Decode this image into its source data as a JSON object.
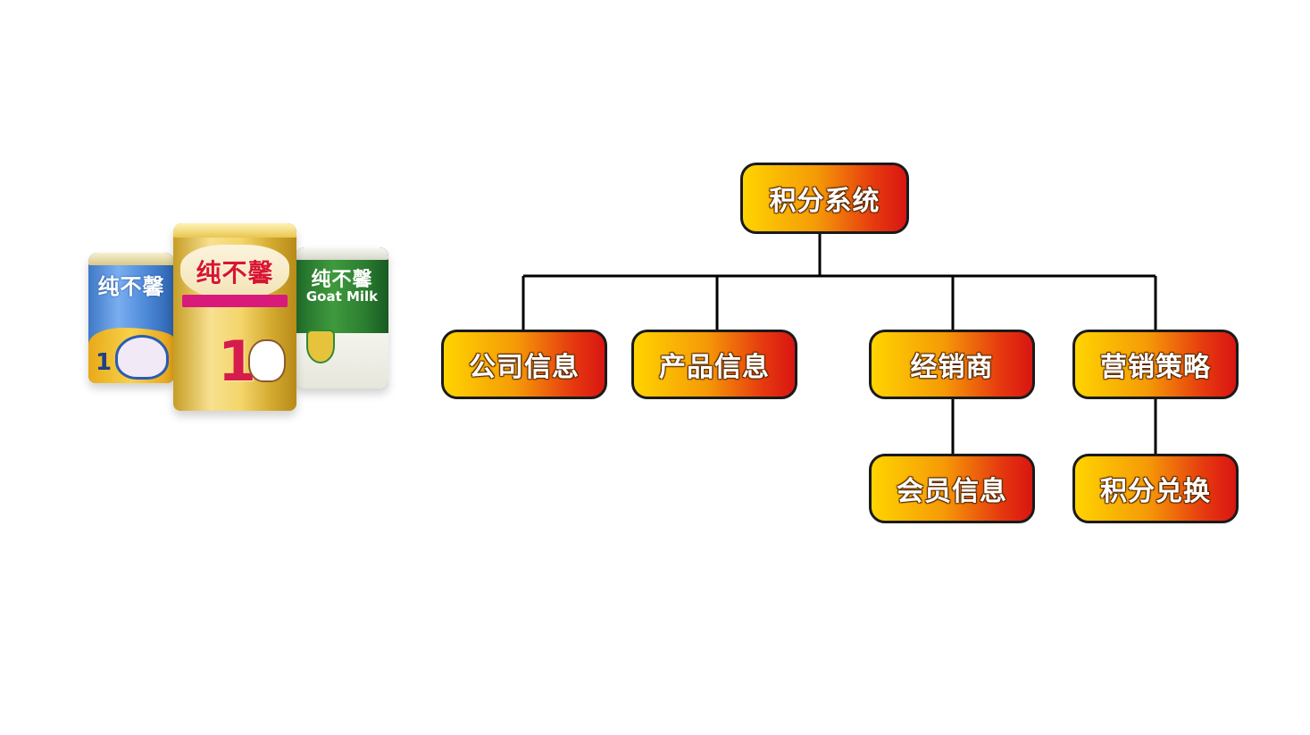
{
  "illustration": {
    "can_left": {
      "brand": "纯不馨",
      "stage": "1"
    },
    "can_center": {
      "brand": "纯不馨",
      "stage": "1"
    },
    "can_right": {
      "brand": "纯不馨",
      "subtitle": "Goat Milk"
    }
  },
  "diagram": {
    "root": {
      "label": "积分系统"
    },
    "children": [
      {
        "label": "公司信息"
      },
      {
        "label": "产品信息"
      },
      {
        "label": "经销商",
        "children": [
          {
            "label": "会员信息"
          }
        ]
      },
      {
        "label": "营销策略",
        "children": [
          {
            "label": "积分兑换"
          }
        ]
      }
    ]
  },
  "colors": {
    "node_gradient_start": "#ffd400",
    "node_gradient_end": "#d81512",
    "connector": "#000000",
    "node_text": "#ffffff"
  }
}
